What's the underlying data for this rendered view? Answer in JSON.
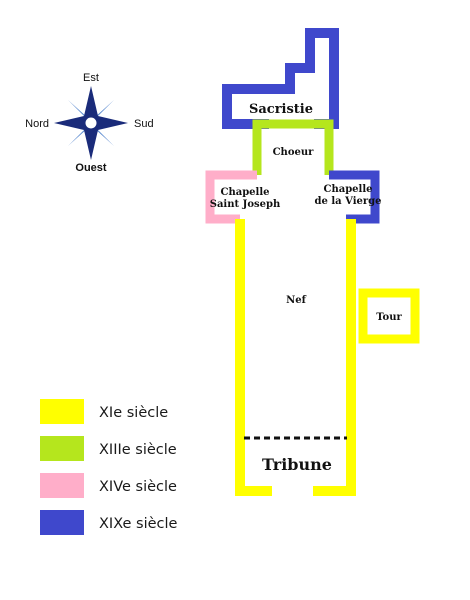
{
  "compass": {
    "north": "Nord",
    "east": "Est",
    "south": "Sud",
    "west": "Ouest",
    "color_dark": "#1a2b7a",
    "color_light": "#5a8ad0"
  },
  "rooms": {
    "sacristie": "Sacristie",
    "choeur": "Choeur",
    "chapelle_st_joseph_l1": "Chapelle",
    "chapelle_st_joseph_l2": "Saint Joseph",
    "chapelle_vierge_l1": "Chapelle",
    "chapelle_vierge_l2": "de la Vierge",
    "nef": "Nef",
    "tour": "Tour",
    "tribune": "Tribune"
  },
  "legend": [
    {
      "label": "XIe siècle",
      "color": "#ffff00"
    },
    {
      "label": "XIIIe siècle",
      "color": "#b5e61d"
    },
    {
      "label": "XIVe siècle",
      "color": "#ffaec9"
    },
    {
      "label": "XIXe siècle",
      "color": "#3f48cc"
    }
  ],
  "colors": {
    "c11": "#ffff00",
    "c13": "#b5e61d",
    "c14": "#ffaec9",
    "c19": "#3f48cc"
  }
}
